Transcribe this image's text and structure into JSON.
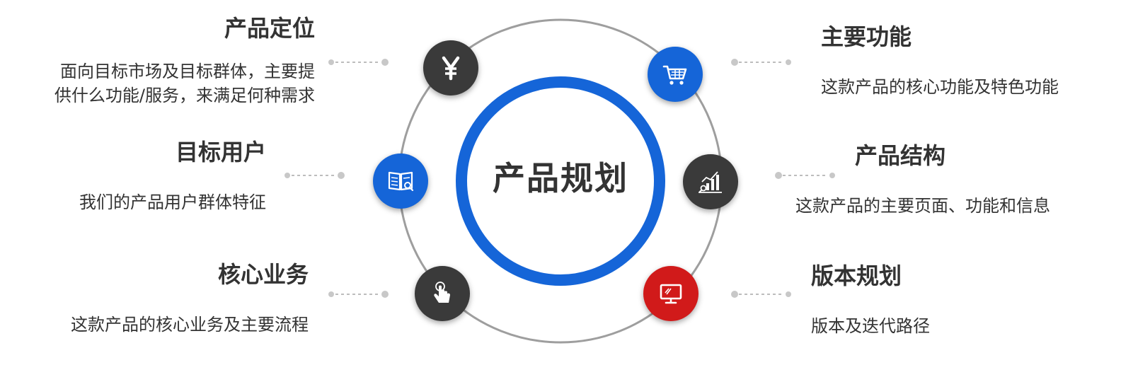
{
  "colors": {
    "blue": "#1565d8",
    "dark": "#3a3a3a",
    "red": "#d11a1a",
    "ring": "#9e9e9e",
    "text": "#333333"
  },
  "center": {
    "label": "产品规划"
  },
  "left_items": [
    {
      "title": "产品定位",
      "desc_lines": [
        "面向目标市场及目标群体，主要提",
        "供什么功能/服务，来满足何种需求"
      ],
      "icon": "yen-icon",
      "icon_color": "dark"
    },
    {
      "title": "目标用户",
      "desc_lines": [
        "我们的产品用户群体特征"
      ],
      "icon": "book-icon",
      "icon_color": "blue"
    },
    {
      "title": "核心业务",
      "desc_lines": [
        "这款产品的核心业务及主要流程"
      ],
      "icon": "touch-icon",
      "icon_color": "dark"
    }
  ],
  "right_items": [
    {
      "title": "主要功能",
      "desc_lines": [
        "这款产品的核心功能及特色功能"
      ],
      "icon": "cart-icon",
      "icon_color": "blue"
    },
    {
      "title": "产品结构",
      "desc_lines": [
        "这款产品的主要页面、功能和信息"
      ],
      "icon": "chart-icon",
      "icon_color": "dark"
    },
    {
      "title": "版本规划",
      "desc_lines": [
        "版本及迭代路径"
      ],
      "icon": "monitor-icon",
      "icon_color": "red"
    }
  ]
}
